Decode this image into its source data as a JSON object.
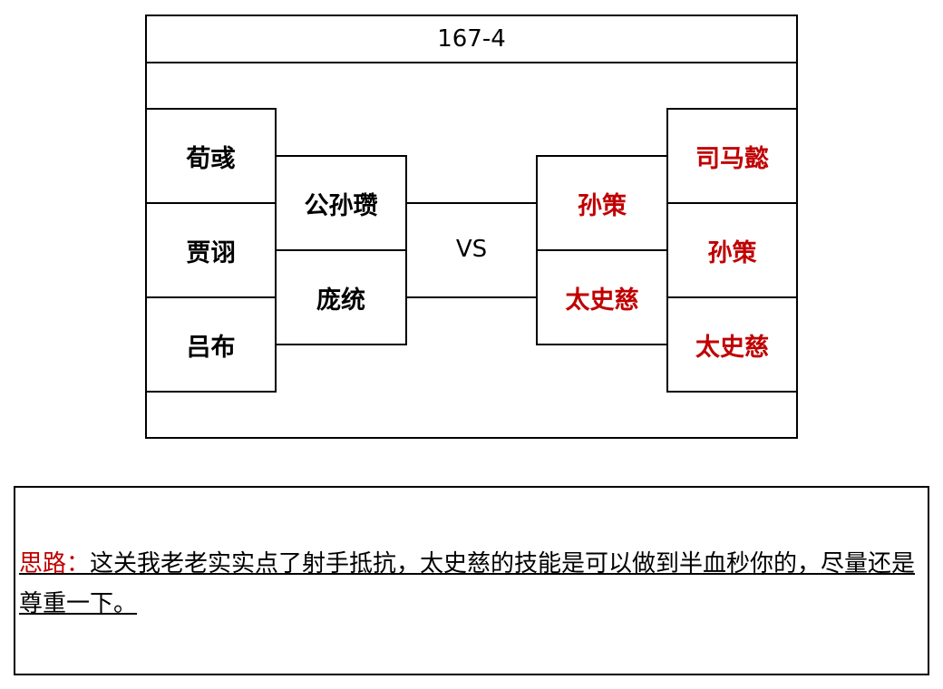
{
  "level": {
    "title": "167-4"
  },
  "left_side": {
    "outer": [
      "荀彧",
      "贾诩",
      "吕布"
    ],
    "inner": [
      "公孙瓒",
      "庞统"
    ]
  },
  "vs_label": "VS",
  "right_side": {
    "inner": [
      "孙策",
      "太史慈"
    ],
    "outer": [
      "司马懿",
      "孙策",
      "太史慈"
    ]
  },
  "note": {
    "label": "思路：",
    "text": "这关我老老实实点了射手抵抗，太史慈的技能是可以做到半血秒你的，尽量还是尊重一下。"
  },
  "colors": {
    "enemy_text": "#c00000",
    "label": "#c00000"
  }
}
